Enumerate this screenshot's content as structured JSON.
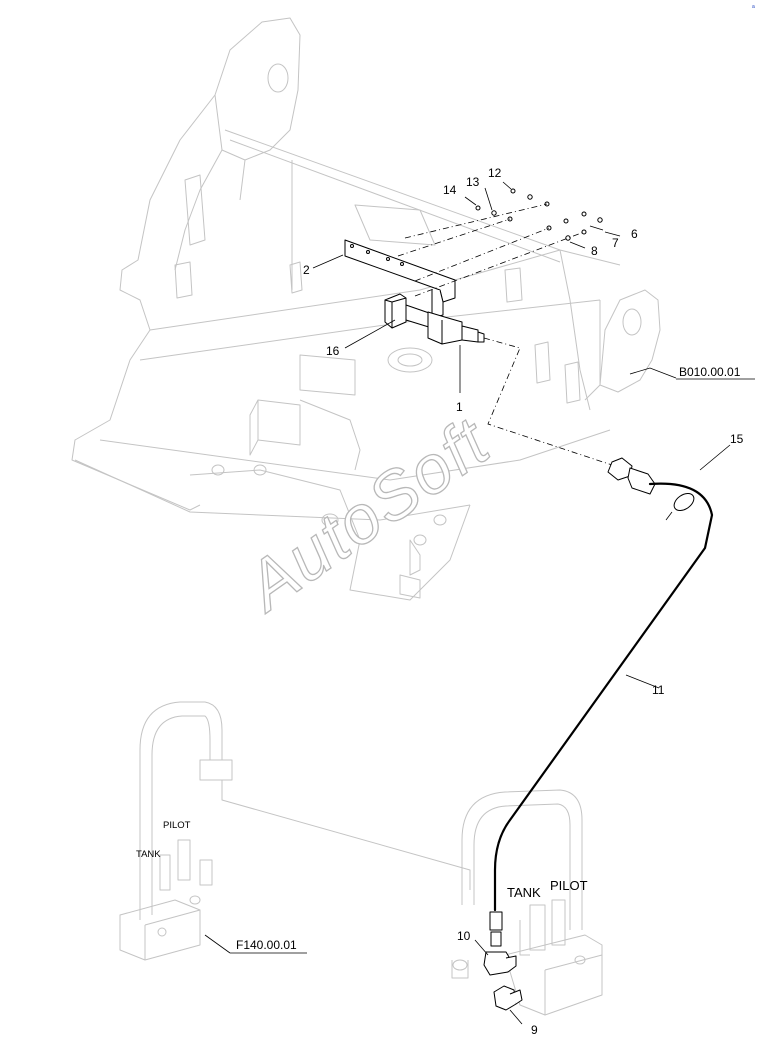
{
  "drawing": {
    "corner_mark": "a",
    "watermark": "AutoSoft",
    "reference_labels": {
      "frame": "B010.00.01",
      "valve_group": "F140.00.01"
    },
    "port_labels": {
      "left_pilot": "PILOT",
      "left_tank": "TANK",
      "right_tank": "TANK",
      "right_pilot": "PILOT"
    },
    "callouts": {
      "c1": "1",
      "c2": "2",
      "c6": "6",
      "c7": "7",
      "c8": "8",
      "c9": "9",
      "c10": "10",
      "c11": "11",
      "c12": "12",
      "c13": "13",
      "c14": "14",
      "c15": "15",
      "c16": "16"
    }
  }
}
